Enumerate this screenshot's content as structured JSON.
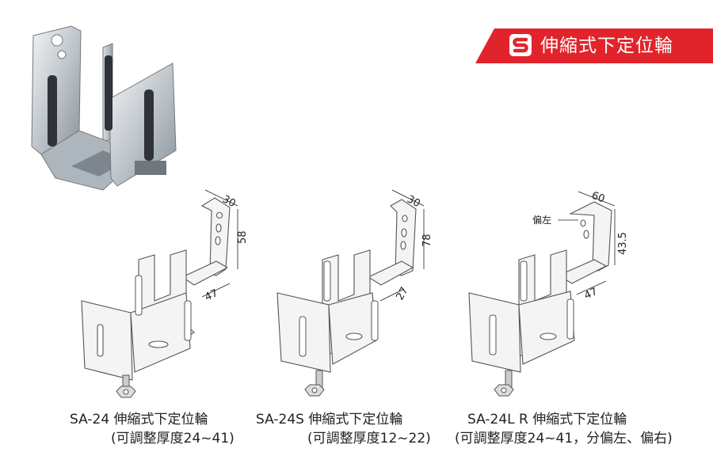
{
  "banner": {
    "title": "伸縮式下定位輪",
    "color": "#e1242b"
  },
  "products": [
    {
      "title": "SA-24 伸縮式下定位輪",
      "subtitle": "(可調整厚度24~41)",
      "dims": [
        "30",
        "58",
        "47"
      ]
    },
    {
      "title": "SA-24S 伸縮式下定位輪",
      "subtitle": "(可調整厚度12~22)",
      "dims": [
        "30",
        "78",
        "27"
      ]
    },
    {
      "title": "SA-24L R 伸縮式下定位輪",
      "subtitle": "(可調整厚度24~41，分偏左、偏右)",
      "dims": [
        "60",
        "43.5",
        "47"
      ],
      "note": "偏左"
    }
  ]
}
